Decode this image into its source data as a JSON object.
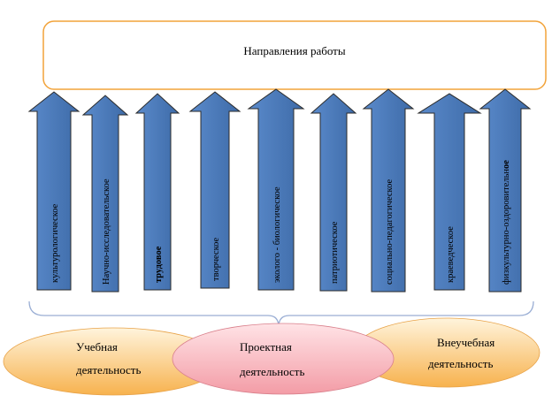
{
  "header": {
    "title": "Направления работы"
  },
  "colors": {
    "header_border": "#F2A33A",
    "arrow_fill": "#4F7FBC",
    "arrow_stroke": "#2B2B2B",
    "brace": "#9AAED4",
    "left_oval_top": "#FFF4DC",
    "left_oval_bottom": "#F7B24E",
    "middle_oval_top": "#FFE3E6",
    "middle_oval_bottom": "#F39CA6",
    "right_oval_top": "#FFF4DC",
    "right_oval_bottom": "#F7B24E"
  },
  "directions": [
    {
      "label": "культурологическое",
      "bold": false
    },
    {
      "label": "Научно-исследовательское",
      "bold": false
    },
    {
      "label": "трудовое",
      "bold": true
    },
    {
      "label": "творческое",
      "bold": false
    },
    {
      "label": "эколого - биологическое",
      "bold": false
    },
    {
      "label": "патриотическое",
      "bold": false
    },
    {
      "label": "социально-педагогическое",
      "bold": false
    },
    {
      "label": "краеведческое",
      "bold": false
    },
    {
      "label": "физкультурно-оздоровительн",
      "suffix": "ое",
      "bold": false
    }
  ],
  "activities": {
    "left": {
      "line1": "Учебная",
      "line2": "деятельность"
    },
    "middle": {
      "line1": "Проектная",
      "line2": "деятельность"
    },
    "right": {
      "line1": "Внеучебная",
      "line2": "деятельность"
    }
  }
}
